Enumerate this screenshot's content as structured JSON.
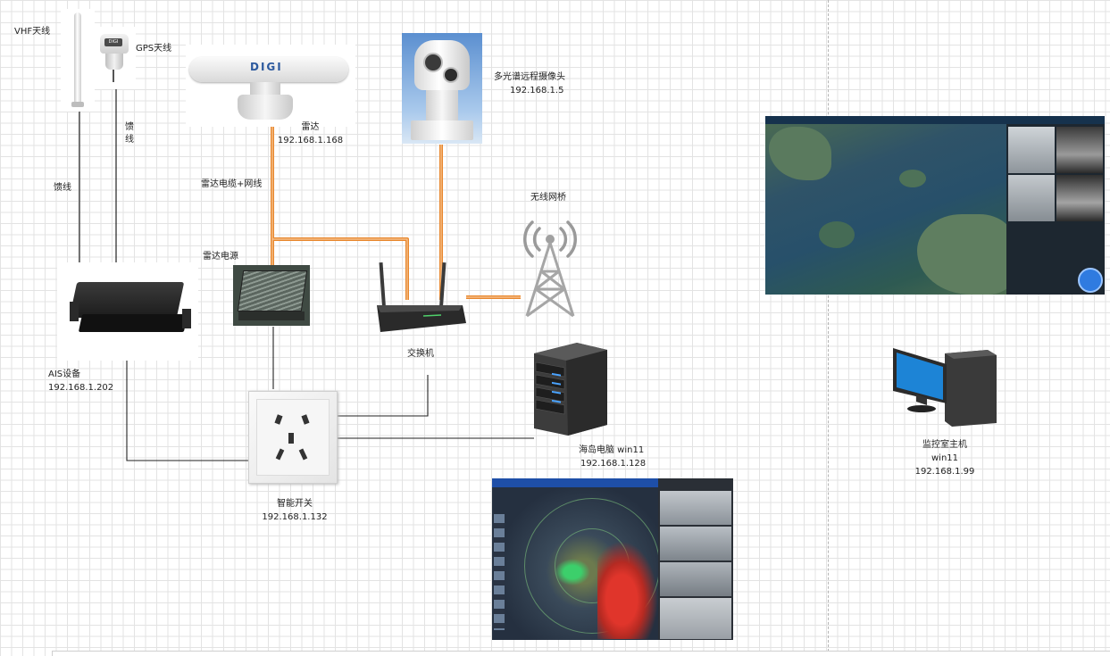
{
  "labels": {
    "vhf_antenna": "VHF天线",
    "gps_antenna": "GPS天线",
    "feeder_left": "馈线",
    "feeder_right": "馈线",
    "radar_name": "雷达",
    "radar_ip": "192.168.1.168",
    "camera_name": "多光谱远程摄像头",
    "camera_ip": "192.168.1.5",
    "radar_cable": "雷达电缆+网线",
    "wireless_bridge": "无线网桥",
    "radar_power": "雷达电源",
    "ais_name": "AIS设备",
    "ais_ip": "192.168.1.202",
    "switch_name": "交换机",
    "island_pc_name": "海岛电脑 win11",
    "island_pc_ip": "192.168.1.128",
    "smart_switch_name": "智能开关",
    "smart_switch_ip": "192.168.1.132",
    "monitor_host_name": "监控室主机",
    "monitor_host_os": "win11",
    "monitor_host_ip": "192.168.1.99"
  },
  "device_text": {
    "radar_brand": "DIGI",
    "gps_brand": "DIGI"
  },
  "colors": {
    "network_cable": "#e8872e",
    "power_cable": "#222222",
    "grid": "#e3e3e3",
    "page_divider": "#b5b5b5"
  },
  "icons": {
    "vhf_antenna": "vhf-antenna-icon",
    "gps_antenna": "gps-antenna-icon",
    "radar": "radar-icon",
    "camera": "ptz-camera-icon",
    "radar_power": "power-supply-icon",
    "ais": "ais-box-icon",
    "switch": "router-icon",
    "bridge": "wireless-tower-icon",
    "server": "server-tower-icon",
    "outlet": "power-outlet-icon",
    "desktop": "desktop-computer-icon"
  }
}
